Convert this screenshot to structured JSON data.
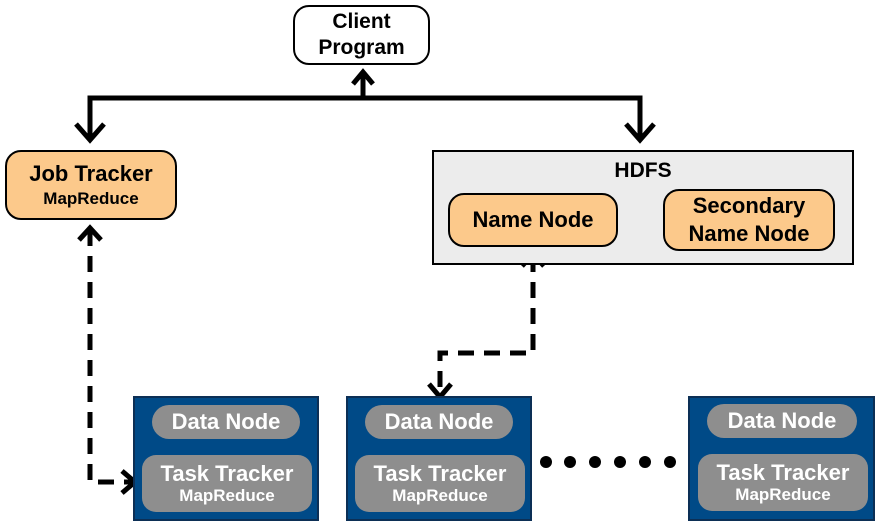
{
  "client": {
    "line1": "Client",
    "line2": "Program"
  },
  "job_tracker": {
    "title": "Job Tracker",
    "subtitle": "MapReduce"
  },
  "hdfs": {
    "title": "HDFS",
    "name_node": "Name Node",
    "secondary_line1": "Secondary",
    "secondary_line2": "Name Node"
  },
  "worker_nodes": [
    {
      "data_node": "Data Node",
      "task_tracker": "Task Tracker",
      "task_sub": "MapReduce"
    },
    {
      "data_node": "Data Node",
      "task_tracker": "Task Tracker",
      "task_sub": "MapReduce"
    },
    {
      "data_node": "Data Node",
      "task_tracker": "Task Tracker",
      "task_sub": "MapReduce"
    }
  ],
  "colors": {
    "component_fill": "#fcc98b",
    "hdfs_fill": "#ececec",
    "worker_fill": "#004a87",
    "pill_fill": "#8e8e8e"
  },
  "icons": {
    "ellipsis": "dots-icon",
    "arrow": "arrow-icon"
  }
}
